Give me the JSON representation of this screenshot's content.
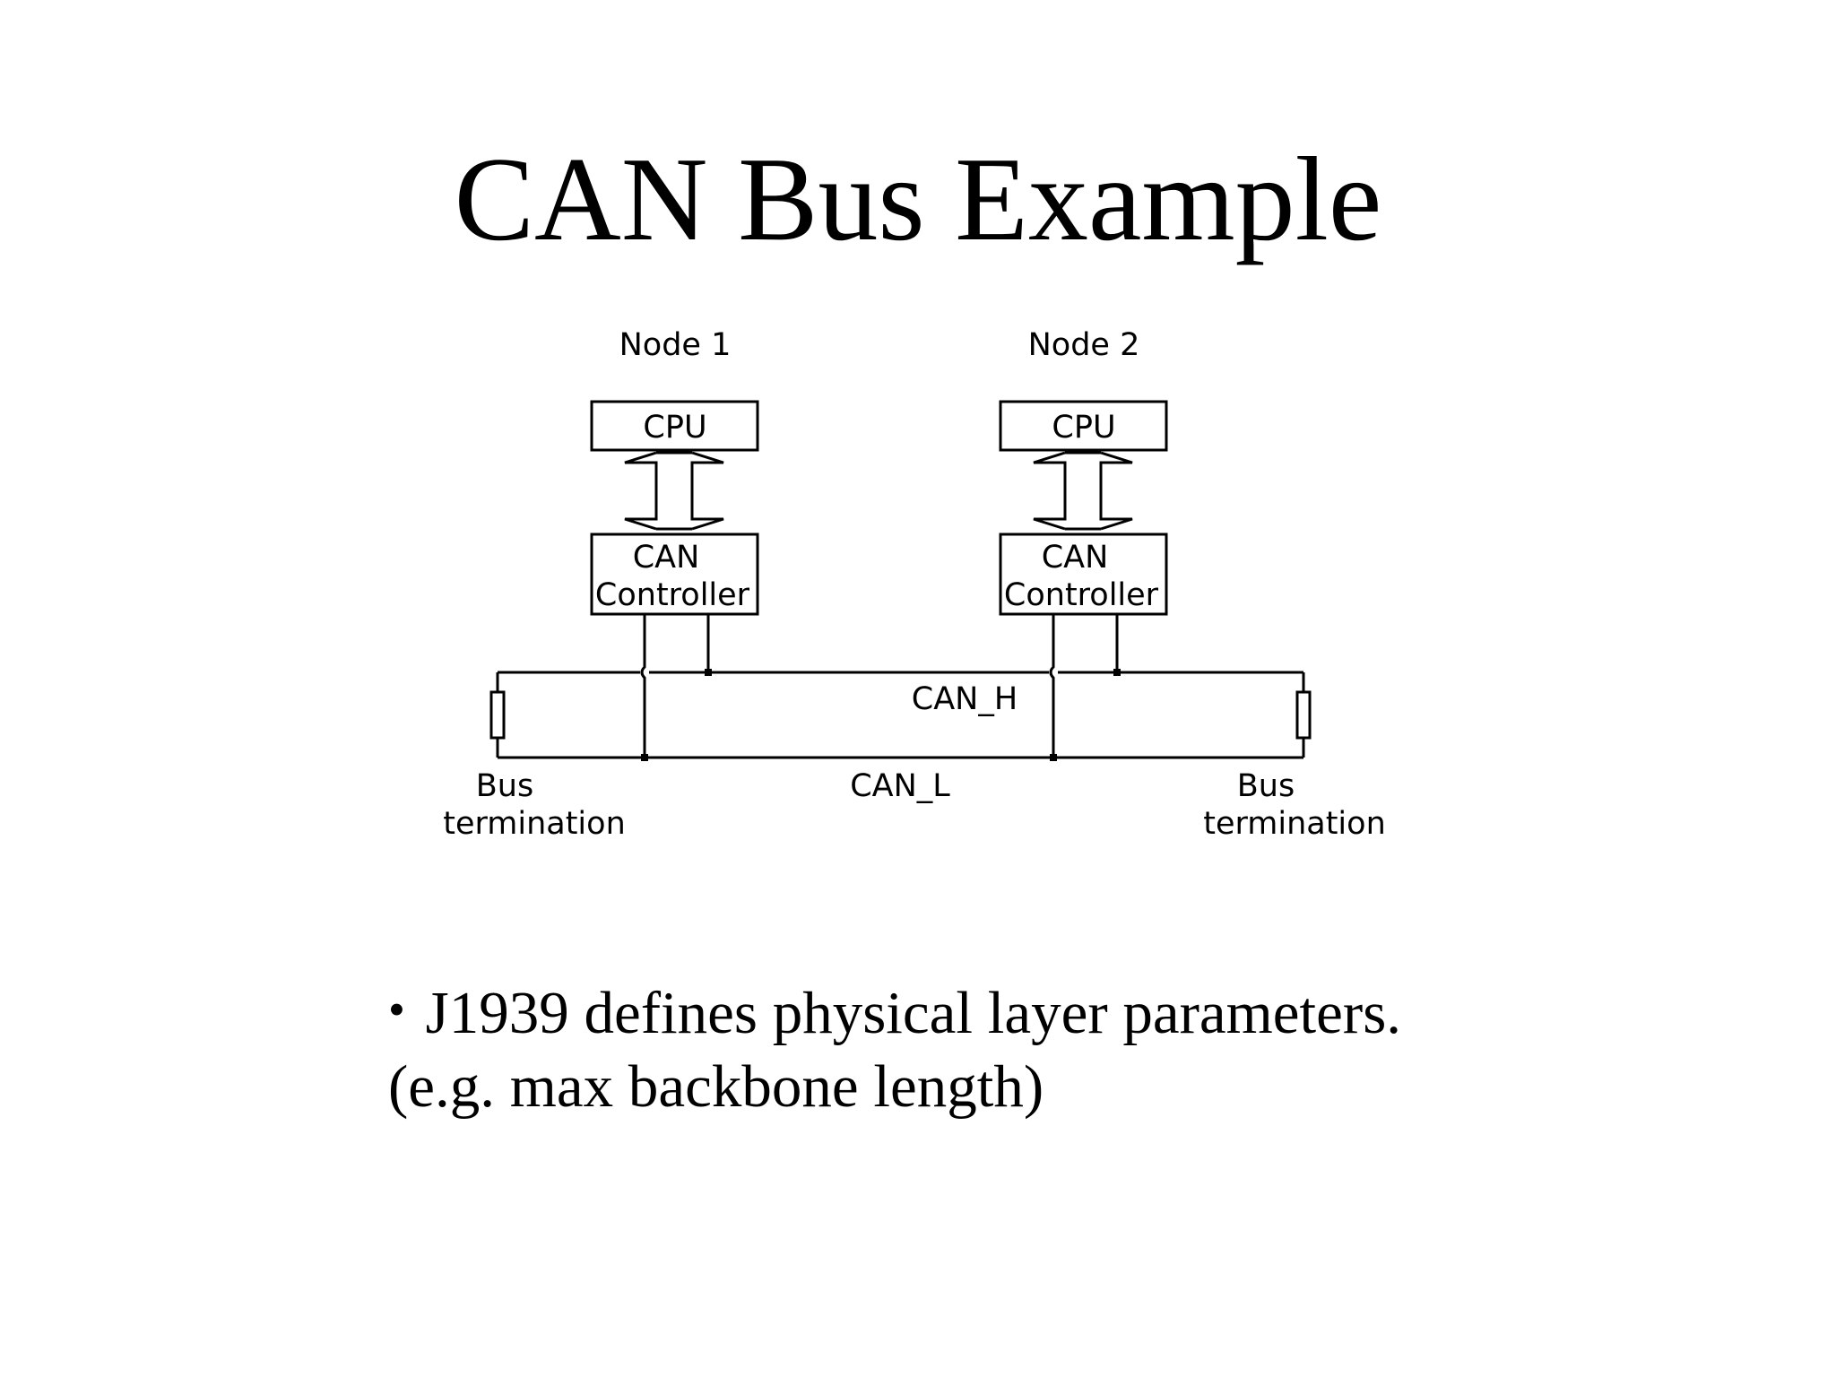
{
  "slide": {
    "title": "CAN Bus Example"
  },
  "diagram": {
    "nodes": [
      {
        "label": "Node 1",
        "cpu_label": "CPU",
        "controller_label_1": "CAN",
        "controller_label_2": "Controller"
      },
      {
        "label": "Node 2",
        "cpu_label": "CPU",
        "controller_label_1": "CAN",
        "controller_label_2": "Controller"
      }
    ],
    "bus_high_label": "CAN_H",
    "bus_low_label": "CAN_L",
    "terminations": [
      {
        "label_1": "Bus",
        "label_2": "termination"
      },
      {
        "label_1": "Bus",
        "label_2": "termination"
      }
    ]
  },
  "body": {
    "bullet": "•",
    "line_1": "J1939 defines physical layer parameters.",
    "line_2": "(e.g. max backbone length)"
  }
}
